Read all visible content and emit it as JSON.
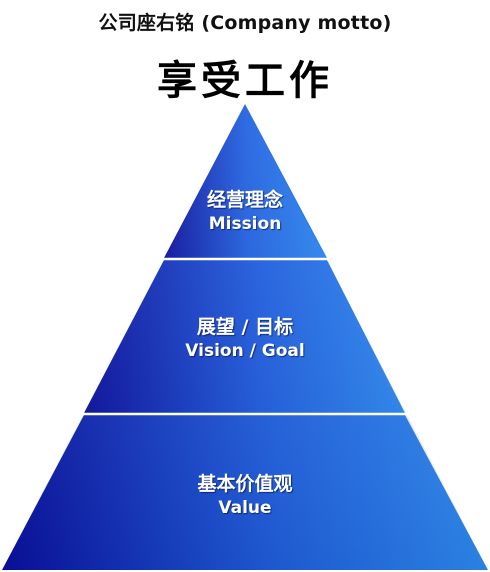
{
  "header": {
    "subtitle": "公司座右铭 (Company motto)",
    "motto": "享受工作"
  },
  "pyramid": {
    "tiers": [
      {
        "cn": "经营理念",
        "en": "Mission"
      },
      {
        "cn": "展望 / 目标",
        "en": "Vision / Goal"
      },
      {
        "cn": "基本价值观",
        "en": "Value"
      }
    ],
    "colors": {
      "deep_blue": "#0a0f9c",
      "bright_blue": "#2a86f2",
      "separator": "#ffffff"
    }
  }
}
